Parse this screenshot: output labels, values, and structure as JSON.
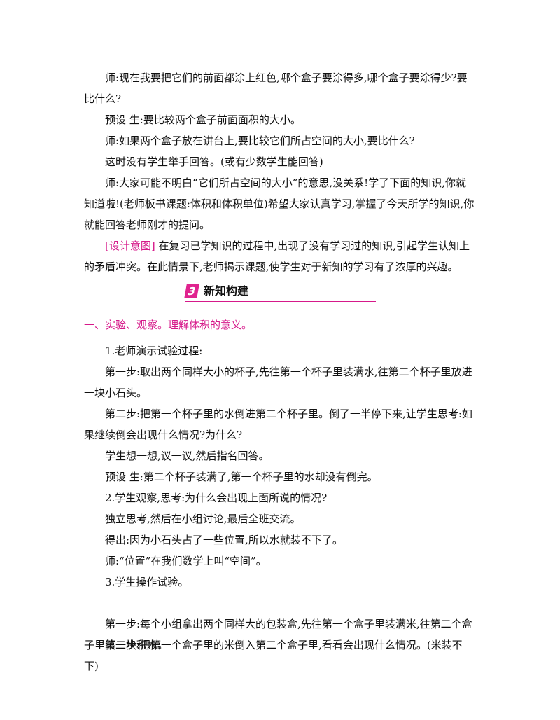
{
  "paragraphs": {
    "p1": "师:现在我要把它们的前面都涂上红色,哪个盒子要涂得多,哪个盒子要涂得少?要比什么?",
    "p2": "预设 生:要比较两个盒子前面面积的大小。",
    "p3": "师:如果两个盒子放在讲台上,要比较它们所占空间的大小,要比什么?",
    "p4": "这时没有学生举手回答。(或有少数学生能回答)",
    "p5": "师:大家可能不明白“它们所占空间的大小”的意思,没关系!学了下面的知识,你就知道啦!(老师板书课题:体积和体积单位)希望大家认真学习,掌握了今天所学的知识,你就能回答老师刚才的提问。",
    "p6_tag": "[设计意图]",
    "p6_text": " 在复习已学知识的过程中,出现了没有学习过的知识,引起学生认知上的矛盾冲突。在此情景下,老师揭示课题,使学生对于新知的学习有了浓厚的兴趣。",
    "p7": "1.老师演示试验过程:",
    "p8": "第一步:取出两个同样大小的杯子,先往第一个杯子里装满水,往第二个杯子里放进一块小石头。",
    "p9": "第二步:把第一个杯子里的水倒进第二个杯子里。倒了一半停下来,让学生思考:如果继续倒会出现什么情况?为什么?",
    "p10": "学生想一想,议一议,然后指名回答。",
    "p11": "预设 生:第二个杯子装满了,第一个杯子里的水却没有倒完。",
    "p12": "2.学生观察,思考:为什么会出现上面所说的情况?",
    "p13": "独立思考,然后在小组讨论,最后全班交流。",
    "p14": "得出:因为小石头占了一些位置,所以水就装不下了。",
    "p15": "师:“位置”在我们数学上叫“空间”。",
    "p16": "3.学生操作试验。",
    "p17": "第一步:每个小组拿出两个同样大的包装盒,先往第一个盒子里装满米,往第二个盒子里装一块积木。",
    "p18": "第二步:把第一个盒子里的米倒入第二个盒子里,看看会出现什么情况。(米装不下)"
  },
  "section": {
    "number": "3",
    "title": "新知构建"
  },
  "subheading": "一、实验、观察。理解体积的意义。",
  "colors": {
    "accent": "#d6198a",
    "text": "#111111"
  }
}
